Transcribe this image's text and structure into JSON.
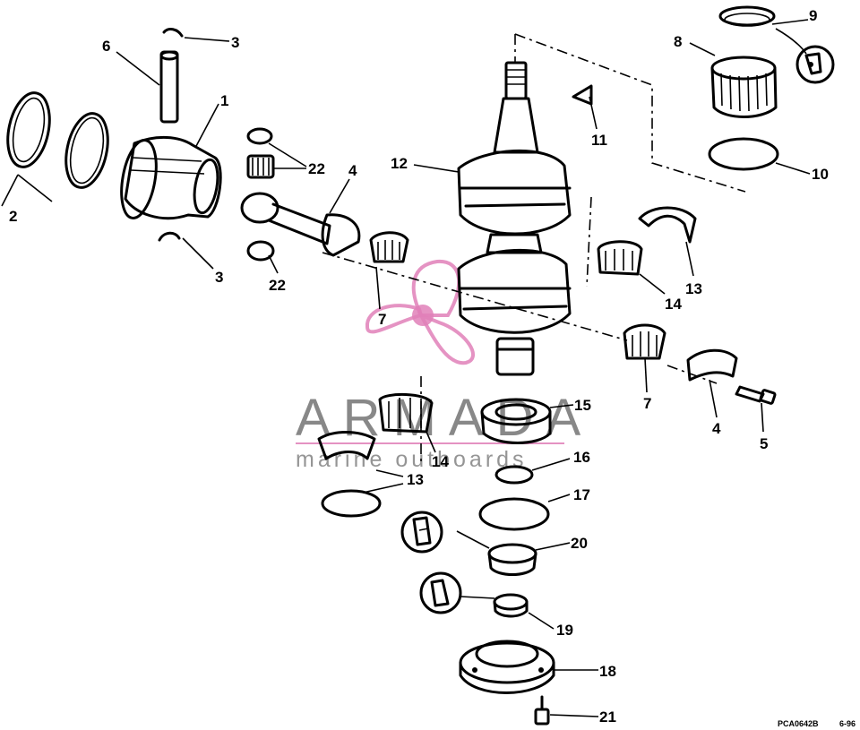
{
  "diagram": {
    "callouts": [
      {
        "id": "1",
        "label": "1"
      },
      {
        "id": "2",
        "label": "2"
      },
      {
        "id": "3a",
        "label": "3"
      },
      {
        "id": "3b",
        "label": "3"
      },
      {
        "id": "4a",
        "label": "4"
      },
      {
        "id": "4b",
        "label": "4"
      },
      {
        "id": "5",
        "label": "5"
      },
      {
        "id": "6",
        "label": "6"
      },
      {
        "id": "7a",
        "label": "7"
      },
      {
        "id": "7b",
        "label": "7"
      },
      {
        "id": "8",
        "label": "8"
      },
      {
        "id": "9",
        "label": "9"
      },
      {
        "id": "10",
        "label": "10"
      },
      {
        "id": "11",
        "label": "11"
      },
      {
        "id": "12",
        "label": "12"
      },
      {
        "id": "13a",
        "label": "13"
      },
      {
        "id": "13b",
        "label": "13"
      },
      {
        "id": "14a",
        "label": "14"
      },
      {
        "id": "14b",
        "label": "14"
      },
      {
        "id": "15",
        "label": "15"
      },
      {
        "id": "16",
        "label": "16"
      },
      {
        "id": "17",
        "label": "17"
      },
      {
        "id": "18",
        "label": "18"
      },
      {
        "id": "19",
        "label": "19"
      },
      {
        "id": "20",
        "label": "20"
      },
      {
        "id": "21",
        "label": "21"
      },
      {
        "id": "22a",
        "label": "22"
      },
      {
        "id": "22b",
        "label": "22"
      }
    ],
    "reference_code": "PCA0642B",
    "reference_date": "6-96"
  },
  "watermark": {
    "title": "ARMADA",
    "subtitle": "marine outboards",
    "color": "#e080b8"
  }
}
